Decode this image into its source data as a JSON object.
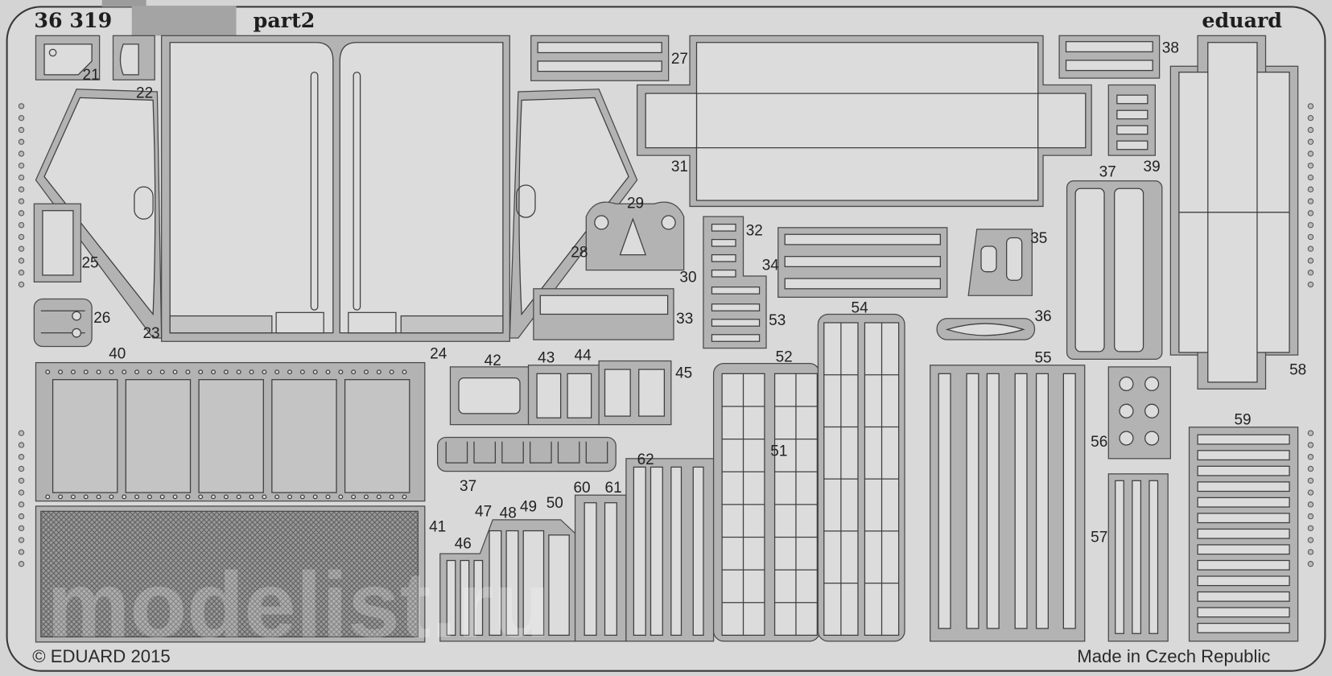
{
  "header": {
    "set_number": "36 319",
    "part_label": "part2",
    "brand": "eduard"
  },
  "footer": {
    "copyright": "© EDUARD 2015",
    "origin": "Made in Czech Republic"
  },
  "watermark": "modelist.ru",
  "part_numbers": [
    "21",
    "22",
    "23",
    "24",
    "25",
    "26",
    "27",
    "28",
    "29",
    "30",
    "31",
    "32",
    "33",
    "34",
    "35",
    "36",
    "37",
    "38",
    "39",
    "40",
    "41",
    "42",
    "43",
    "44",
    "45",
    "46",
    "47",
    "48",
    "49",
    "50",
    "51",
    "52",
    "53",
    "54",
    "55",
    "56",
    "57",
    "58",
    "59",
    "60",
    "61",
    "62",
    "37"
  ],
  "colors": {
    "background": "#d9d9d9",
    "frame": "#b3b3b3",
    "outline": "#3f3f3f"
  }
}
